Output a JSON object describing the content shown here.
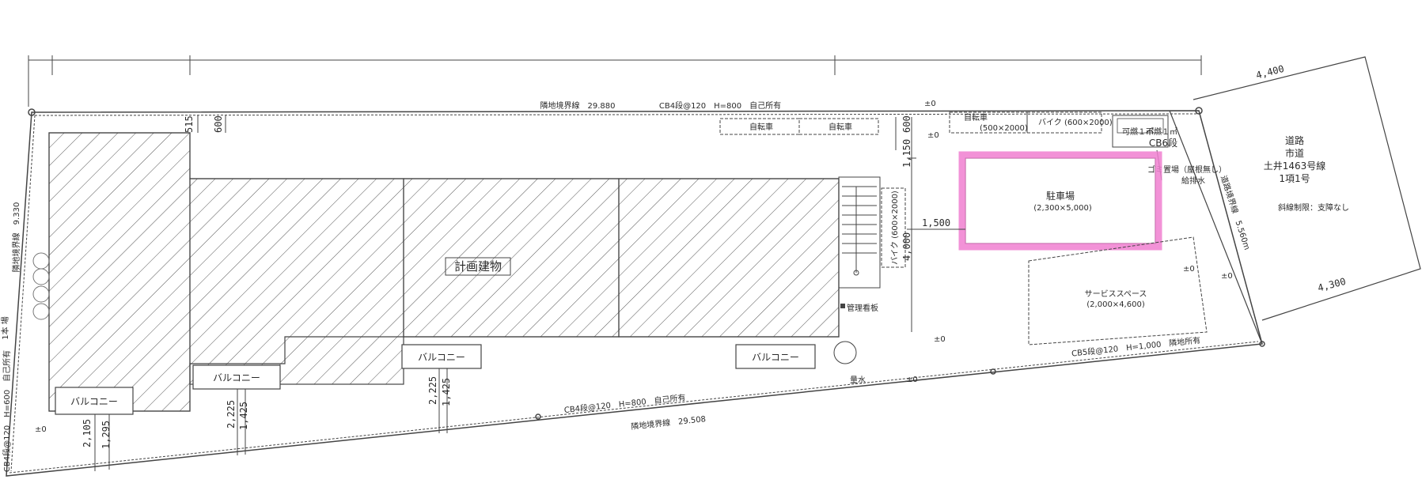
{
  "plan": {
    "building": "計画建物",
    "balconies": [
      "バルコニー",
      "バルコニー",
      "バルコニー",
      "バルコニー"
    ],
    "boundaries": {
      "top_boundary": "隣地境界線　29.880",
      "top_wall": "CB4段@120　H=800　自己所有",
      "bottom_boundary": "隣地境界線　29.508",
      "bottom_wall": "CB4段@120　H=800　自己所有",
      "right_wall": "CB5段@120　H=1,000　隣地所有",
      "left_boundary": "隣地境界線　9.330",
      "left_wall": "CB4段@120　H=600　自己所有",
      "road_boundary": "道路境界線　5.560m"
    },
    "left_partial": "1本 場",
    "bicycle": [
      "自転車",
      "自転車"
    ],
    "bicycle_right": "自転車",
    "bicycle_right_size": "(500×2000)",
    "bike_top": "バイク (600×2000)",
    "bike_side": "バイク (600×2000)",
    "garbage": {
      "burnable": "可燃１㎡",
      "nonburnable": "不燃１㎡",
      "cb": "CB6段",
      "label": "ゴミ置場（屋根無し）",
      "water": "給排水"
    },
    "parking": {
      "label": "駐車場",
      "size": "(2,300×5,000)"
    },
    "service": {
      "label": "サービススペース",
      "size": "(2,000×4,600)"
    },
    "road": {
      "title": "道路",
      "city": "市道",
      "name": "土井1463号線",
      "class": "1項1号",
      "note": "斜線制限：支障なし"
    },
    "signs": {
      "mgmt": "管理看板",
      "meter": "量水"
    },
    "levels": [
      "±0",
      "±0",
      "±0",
      "±0",
      "±0",
      "±0",
      "±0"
    ],
    "dims": {
      "d515": "515",
      "d600a": "600",
      "d600b": "600",
      "d1150": "1,150",
      "d1500": "1,500",
      "d4000": "4,000",
      "d2105": "2,105",
      "d1295": "1,295",
      "d2225a": "2,225",
      "d1425a": "1,425",
      "d2225b": "2,225",
      "d1425b": "1,425",
      "d4400": "4,400",
      "d4300": "4,300"
    },
    "highlight_color": "#f07fd0"
  }
}
